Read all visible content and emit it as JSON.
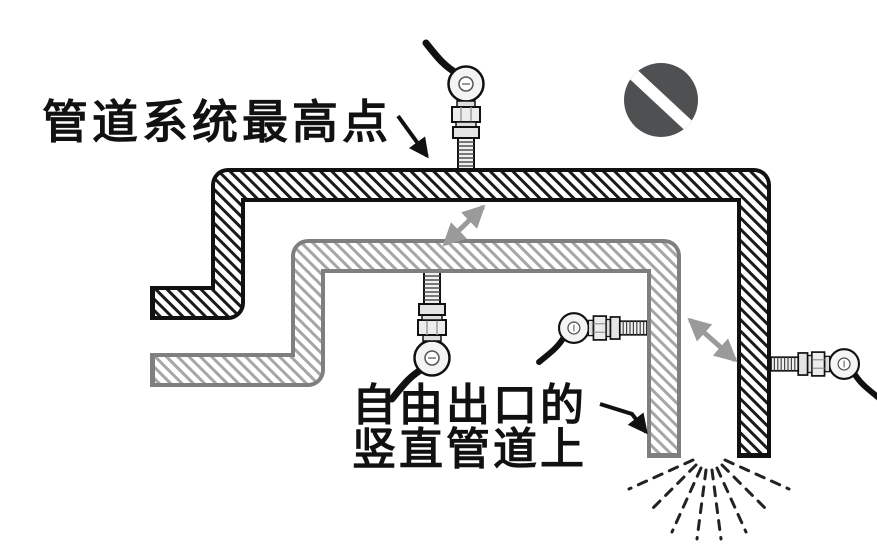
{
  "diagram": {
    "background": "#ffffff",
    "labels": {
      "highest_point": "管道系统最高点",
      "free_outlet_line1": "自由出口的",
      "free_outlet_line2": "竖直管道上"
    },
    "icons": {
      "prohibition": "prohibition-icon",
      "transmitter_top": "transmitter-top-icon",
      "transmitter_bottom": "transmitter-bottom-icon",
      "transmitter_left": "transmitter-left-icon",
      "transmitter_right": "transmitter-right-icon",
      "double_arrow": "double-headed-arrow-icon",
      "spray": "free-outlet-spray-icon"
    },
    "colors": {
      "line_dark": "#111111",
      "pipe_outline_gray": "#7f7f7f",
      "hatch_gray": "#a6a6a6",
      "arrow_gray": "#9a9a9a",
      "prohibition_fill": "#4f5052",
      "text": "#111111"
    }
  }
}
